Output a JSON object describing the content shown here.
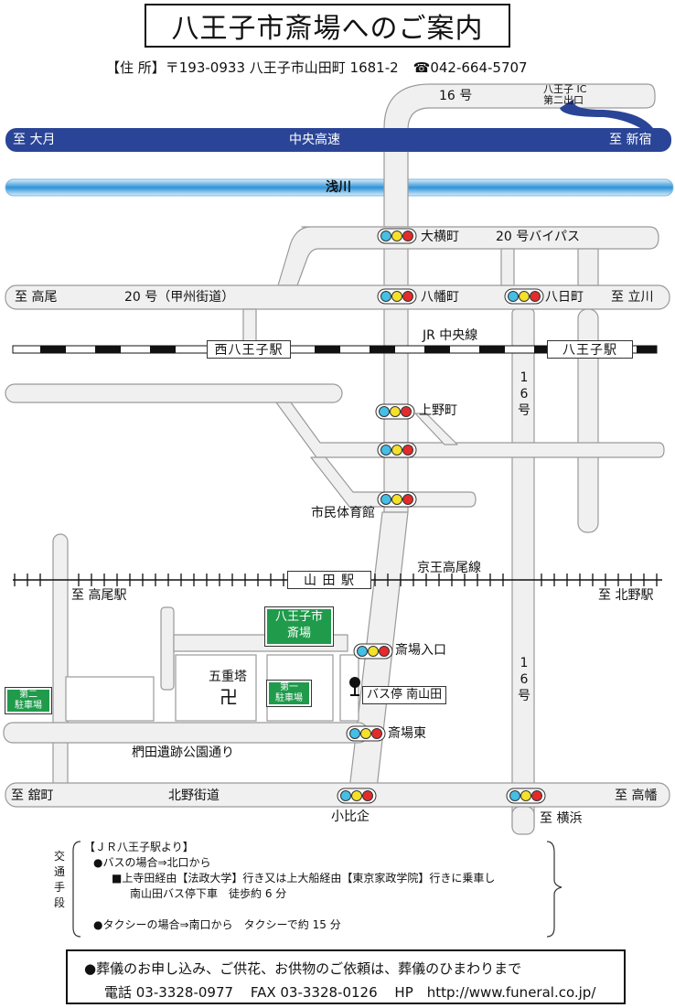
{
  "header": {
    "title": "八王子市斎場へのご案内",
    "address": "【住 所】〒193-0933 八王子市山田町 1681-2",
    "phone": "☎042-664-5707"
  },
  "map": {
    "highway": {
      "left": "至 大月",
      "center": "中央高速",
      "right": "至 新宿"
    },
    "river": "浅川",
    "ic": [
      "八王子 IC",
      "第二出口"
    ],
    "roads": {
      "route16_top": "16 号",
      "bypass": "20 号バイパス",
      "koshu": "20 号（甲州街道）",
      "route16_vertical": [
        "1",
        "6",
        "号"
      ],
      "route16_vertical_lower": [
        "1",
        "6",
        "号"
      ],
      "mutsuda": "椚田遺跡公園通り",
      "kitano": "北野街道"
    },
    "directions": {
      "takao": "至 高尾",
      "tachikawa": "至 立川",
      "takao_station": "至 高尾駅",
      "kitano_station": "至 北野駅",
      "tachimachi": "至 舘町",
      "takahata": "至 高幡",
      "yokohama": "至 横浜"
    },
    "railways": {
      "jr_line": "JR 中央線",
      "keio_line": "京王高尾線",
      "nishi_hachioji": "西八王子駅",
      "hachioji": "八王子駅",
      "yamada": "山 田 駅"
    },
    "intersections": {
      "oyokocho": "大横町",
      "yawatacho": "八幡町",
      "yokamachi": "八日町",
      "uenocho": "上野町",
      "shimin_gym": "市民体育館",
      "saijo_iriguchi": "斎場入口",
      "saijo_higashi": "斎場東",
      "kobikino": "小比企"
    },
    "landmarks": {
      "saijo": [
        "八王子市",
        "斎場"
      ],
      "pagoda": "五重塔",
      "manji": "卍",
      "parking1": [
        "第一",
        "駐車場"
      ],
      "parking2": [
        "第二",
        "駐車場"
      ],
      "bus_stop": "バス停 南山田"
    }
  },
  "transport": {
    "side_label": [
      "交",
      "通",
      "手",
      "段"
    ],
    "lines": [
      "【ＪＲ八王子駅より】",
      "●バスの場合⇒北口から",
      "■上寺田経由【法政大学】行き又は上大船経由【東京家政学院】行きに乗車し",
      "南山田バス停下車　徒歩約 6 分",
      "●タクシーの場合⇒南口から　タクシーで約 15 分"
    ]
  },
  "footer": {
    "line1": "●葬儀のお申し込み、ご供花、お供物のご依頼は、葬儀のひまわりまで",
    "tel": "電話 03-3328-0977",
    "fax": "FAX 03-3328-0126",
    "hp": "HP　http://www.funeral.co.jp/"
  },
  "colors": {
    "highway": "#2a4597",
    "river": "#4aa3df",
    "road": "#f0f0f0",
    "road_border": "#9a9a9a",
    "saijo_green": "#1f9b4b",
    "signal_blue": "#44bfe6",
    "signal_yellow": "#f4e12a",
    "signal_red": "#e42b2b"
  }
}
